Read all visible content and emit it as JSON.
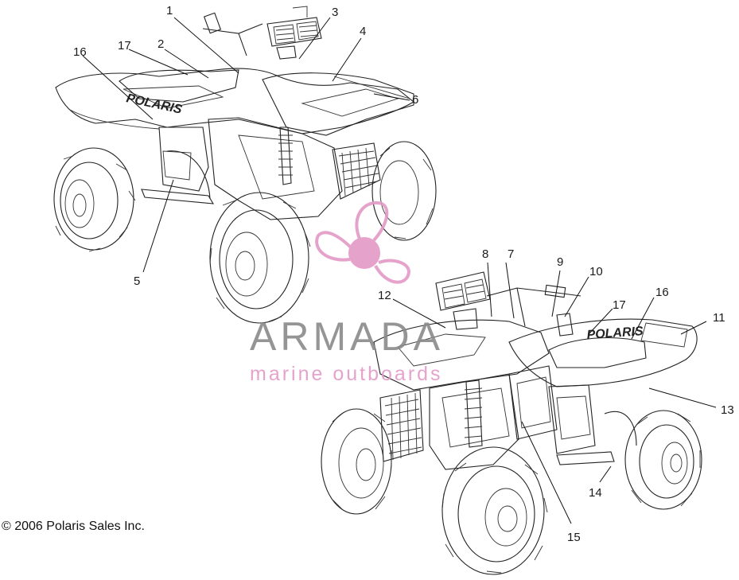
{
  "diagram": {
    "callouts": [
      "1",
      "2",
      "3",
      "4",
      "5",
      "6",
      "7",
      "8",
      "9",
      "10",
      "11",
      "12",
      "13",
      "14",
      "15",
      "16",
      "17"
    ],
    "callouts_second": {
      "sixteen": "16",
      "seventeen": "17"
    },
    "decal_text": "POLARIS",
    "copyright": "© 2006 Polaris Sales Inc."
  },
  "watermark": {
    "brand": "ARMADA",
    "tagline": "marine outboards",
    "colors": {
      "pink": "#e39ac7",
      "gray": "#8a8a8a"
    }
  }
}
